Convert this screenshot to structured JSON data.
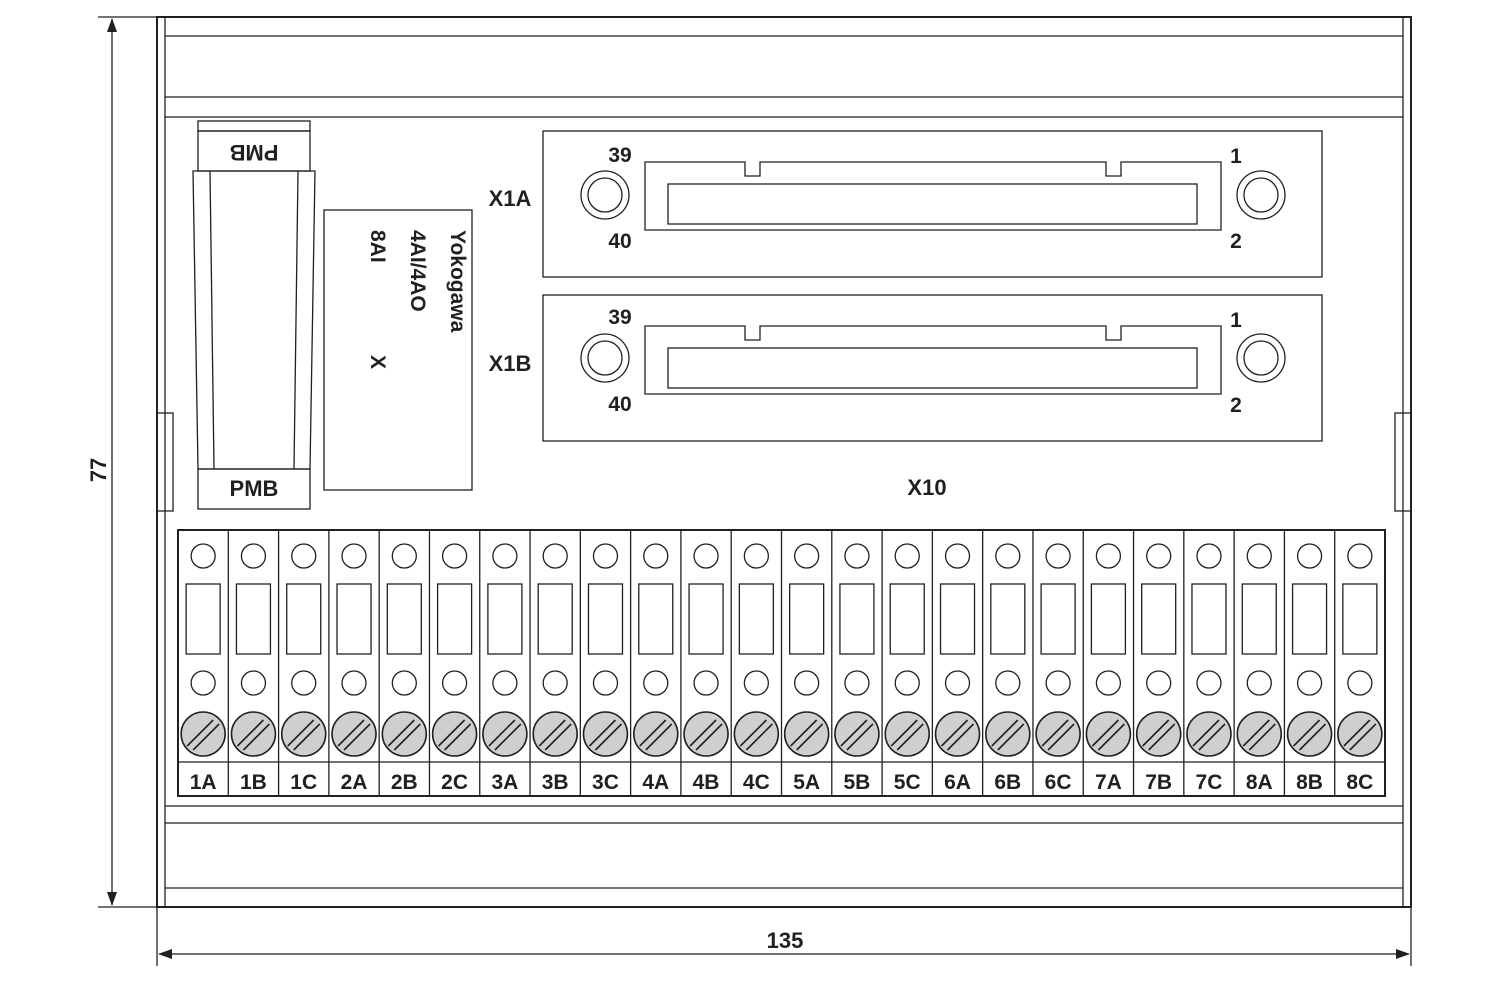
{
  "dimensions": {
    "height": "77",
    "width": "135"
  },
  "pmb": {
    "top_label": "PMB",
    "bottom_label": "PMB"
  },
  "label_plate": {
    "lines": [
      "Yokogawa",
      "4AI/4AO",
      "8AI",
      "X"
    ]
  },
  "connectors": [
    {
      "name": "X1A",
      "pin_top_left": "39",
      "pin_bottom_left": "40",
      "pin_top_right": "1",
      "pin_bottom_right": "2"
    },
    {
      "name": "X1B",
      "pin_top_left": "39",
      "pin_bottom_left": "40",
      "pin_top_right": "1",
      "pin_bottom_right": "2"
    }
  ],
  "terminal_block": {
    "label": "X10",
    "terminals": [
      "1A",
      "1B",
      "1C",
      "2A",
      "2B",
      "2C",
      "3A",
      "3B",
      "3C",
      "4A",
      "4B",
      "4C",
      "5A",
      "5B",
      "5C",
      "6A",
      "6B",
      "6C",
      "7A",
      "7B",
      "7C",
      "8A",
      "8B",
      "8C"
    ]
  }
}
